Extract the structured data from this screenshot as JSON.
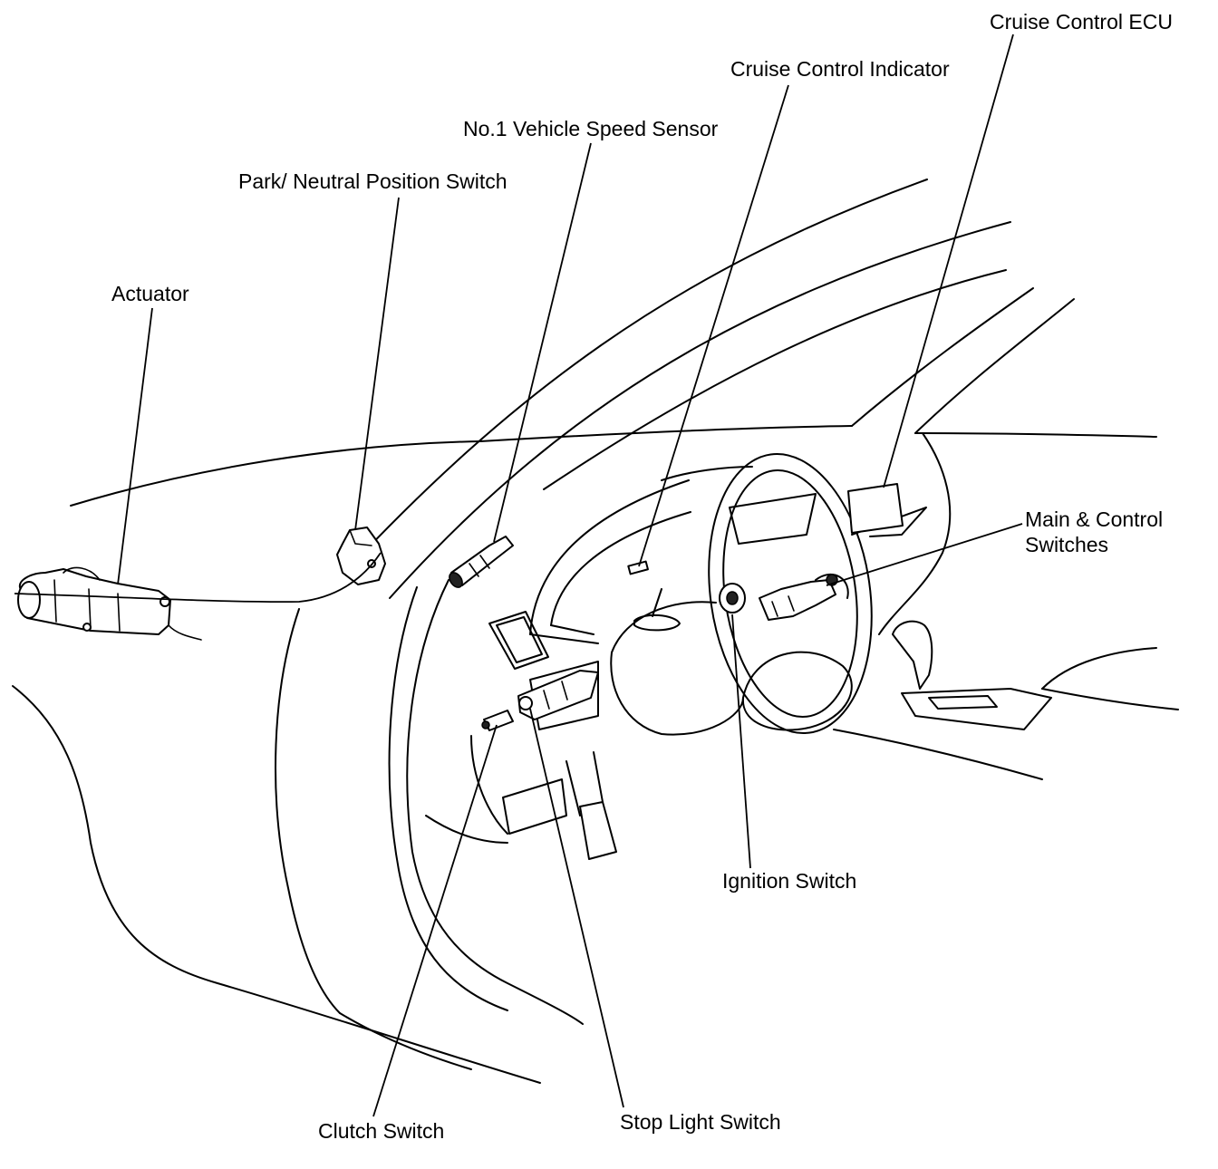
{
  "labels": {
    "cruise_control_ecu": "Cruise Control ECU",
    "cruise_control_indicator": "Cruise Control Indicator",
    "vehicle_speed_sensor": "No.1 Vehicle Speed Sensor",
    "park_neutral_switch": "Park/ Neutral Position Switch",
    "actuator": "Actuator",
    "main_control_switches_line1": "Main & Control",
    "main_control_switches_line2": "Switches",
    "ignition_switch": "Ignition Switch",
    "clutch_switch": "Clutch Switch",
    "stop_light_switch": "Stop Light Switch"
  }
}
